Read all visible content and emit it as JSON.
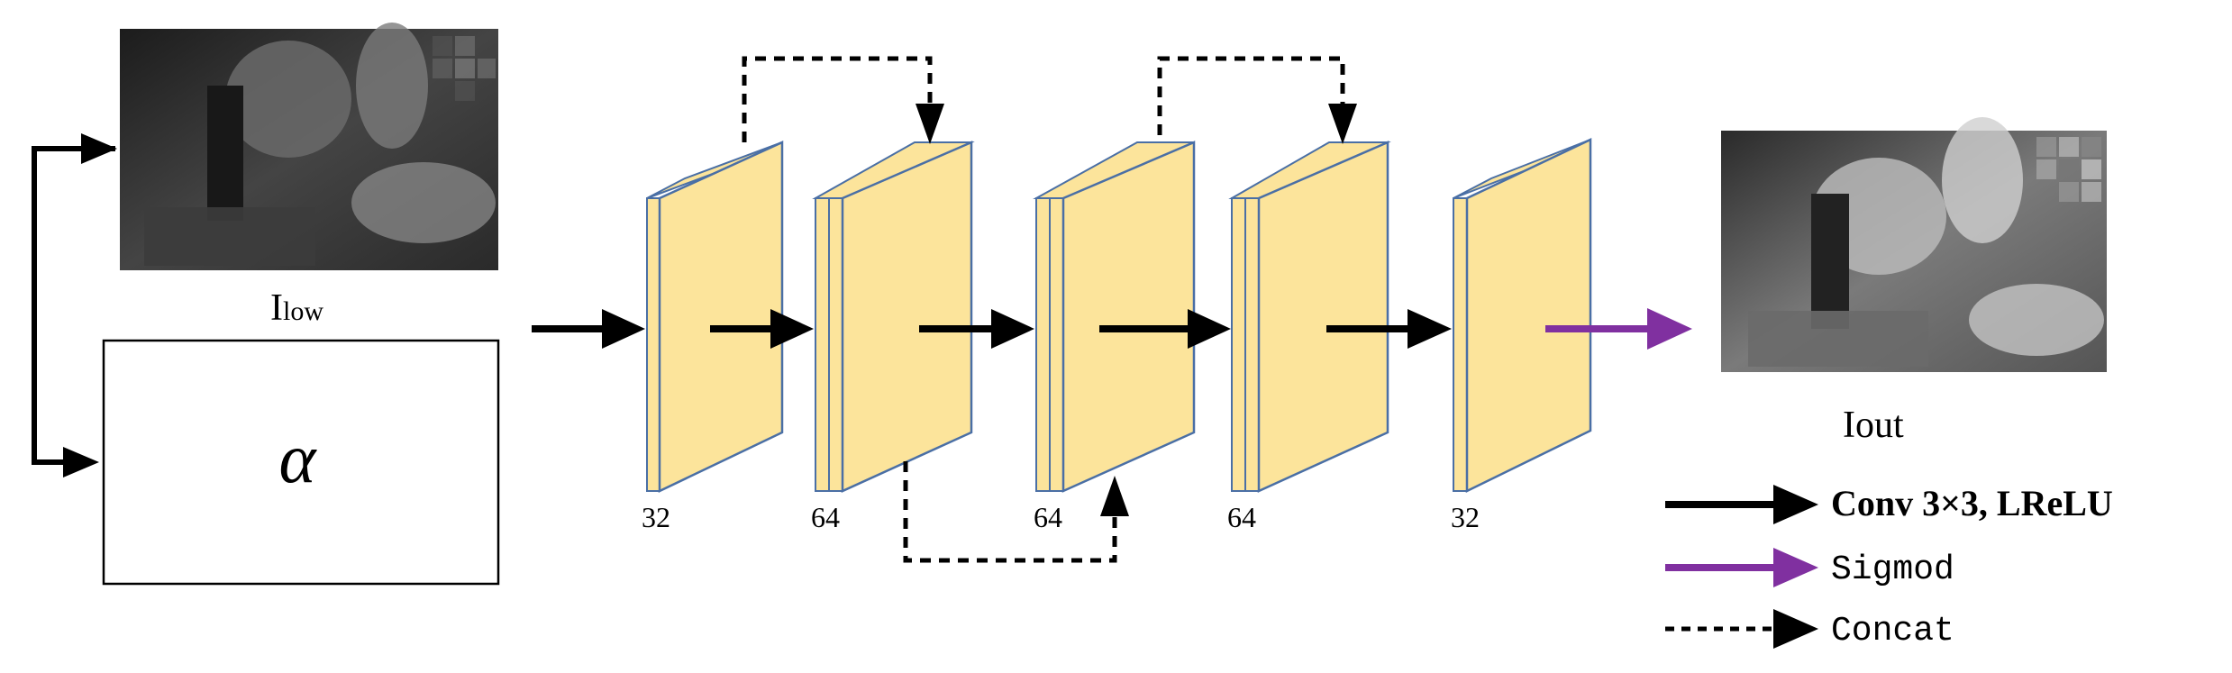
{
  "inputs": {
    "low_label_main": "I",
    "low_label_sub": "low",
    "alpha_symbol": "α"
  },
  "output": {
    "label": "Iout"
  },
  "layers": [
    {
      "channels": "32"
    },
    {
      "channels": "64"
    },
    {
      "channels": "64"
    },
    {
      "channels": "64"
    },
    {
      "channels": "32"
    }
  ],
  "legend": {
    "conv": "Conv 3×3, LReLU",
    "sigmoid": "Sigmod",
    "concat": "Concat"
  },
  "colors": {
    "block_fill": "#fce49b",
    "block_edge": "#4a6fa5",
    "arrow_black": "#000000",
    "arrow_purple": "#8030a0",
    "photo_dark": "#3a3a3a",
    "photo_light": "#8a8a8a"
  }
}
